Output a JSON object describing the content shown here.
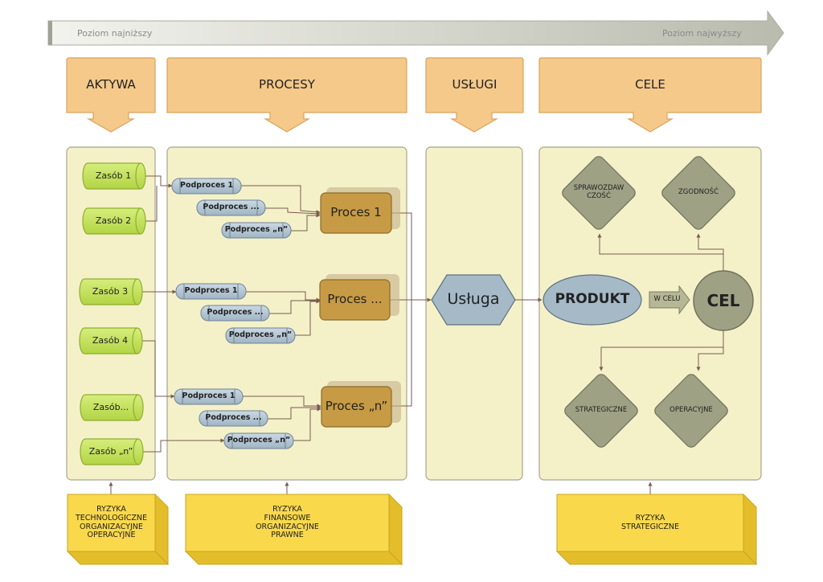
{
  "levels": {
    "lowest": "Poziom najniższy",
    "highest": "Poziom najwyższy"
  },
  "columns": {
    "aktywa": "AKTYWA",
    "procesy": "PROCESY",
    "uslugi": "USŁUGI",
    "cele": "CELE"
  },
  "resources": [
    "Zasób 1",
    "Zasób 2",
    "Zasób 3",
    "Zasób 4",
    "Zasób...",
    "Zasób „n”"
  ],
  "subprocesses": [
    "Podproces 1",
    "Podproces ...",
    "Podproces „n”"
  ],
  "processes": [
    "Proces 1",
    "Proces ...",
    "Proces „n”"
  ],
  "service": "Usługa",
  "product": "PRODUKT",
  "purpose_link": "W CELU",
  "goal": "CEL",
  "goal_types": {
    "sprawozdawczosc": "SPRAWOZDAW\nCZOŚĆ",
    "zgodnosc": "ZGODNOŚĆ",
    "strategiczne": "STRATEGICZNE",
    "operacyjne": "OPERACYJNE"
  },
  "risks": {
    "aktywa": "RYZYKA\nTECHNOLOGICZNE\nORGANIZACYJNE\nOPERACYJNE",
    "procesy": "RYZYKA\nFINANSOWE\nORGANIZACYJNE\nPRAWNE",
    "cele": "RYZYKA\nSTRATEGICZNE"
  },
  "colors": {
    "header": "#F5C98A",
    "header_stroke": "#D9A45E",
    "panel": "#F4F1C9",
    "panel_stroke": "#A8A58A",
    "resource": "#C4E25A",
    "resource_stroke": "#8FAE2E",
    "subprocess": "#B4C8D6",
    "subprocess_stroke": "#6E8394",
    "process": "#C79B45",
    "process_stroke": "#8E6A26",
    "service": "#A5B9C7",
    "goal_shape": "#9FA184",
    "goal_stroke": "#6E7058",
    "risk": "#F9D84B",
    "risk_side": "#E4BE2A",
    "arrow": "#7A5A50"
  }
}
